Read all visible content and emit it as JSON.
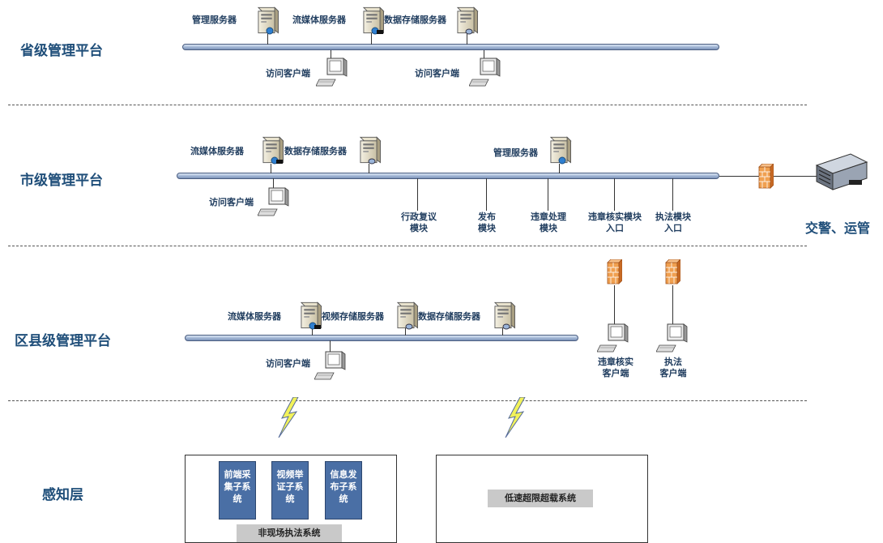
{
  "layers": {
    "province": "省级管理平台",
    "city": "市级管理平台",
    "county": "区县级管理平台",
    "sensing": "感知层"
  },
  "province": {
    "mgmt_server": "管理服务器",
    "stream_server": "流媒体服务器",
    "storage_server": "数据存储服务器",
    "client1": "访问客户端",
    "client2": "访问客户端"
  },
  "city": {
    "stream_server": "流媒体服务器",
    "storage_server": "数据存储服务器",
    "mgmt_server": "管理服务器",
    "client": "访问客户端",
    "modules": [
      "行政复议\n模块",
      "发布\n模块",
      "违章处理\n模块",
      "违章核实模块\n入口",
      "执法模块\n入口"
    ]
  },
  "external": {
    "label": "交警、运管"
  },
  "county": {
    "stream_server": "流媒体服务器",
    "video_storage_server": "视频存储服务器",
    "storage_server": "数据存储服务器",
    "client": "访问客户端",
    "violation_client": "违章核实\n客户端",
    "enforce_client": "执法\n客户端"
  },
  "sensing": {
    "offsite_system": "非现场执法系统",
    "subsystems": [
      "前端采\n集子系\n统",
      "视频举\n证子系\n统",
      "信息发\n布子系\n统"
    ],
    "low_speed_system": "低速超限超载系统"
  }
}
